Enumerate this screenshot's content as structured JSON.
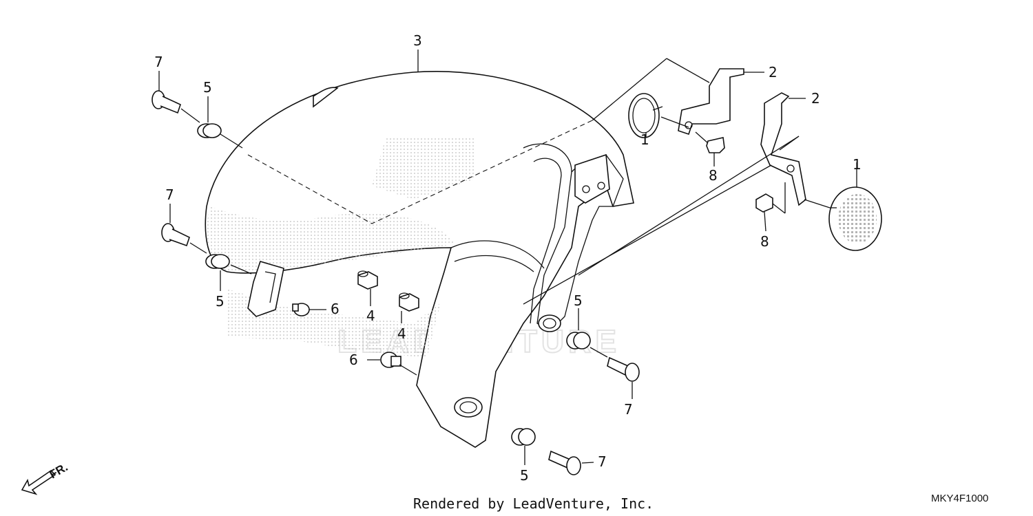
{
  "callouts": [
    {
      "id": "c3a",
      "label": "3"
    },
    {
      "id": "c2a",
      "label": "2"
    },
    {
      "id": "c2b",
      "label": "2"
    },
    {
      "id": "c7a",
      "label": "7"
    },
    {
      "id": "c5a",
      "label": "5"
    },
    {
      "id": "c1a",
      "label": "1"
    },
    {
      "id": "c8a",
      "label": "8"
    },
    {
      "id": "c7b",
      "label": "7"
    },
    {
      "id": "c1b",
      "label": "1"
    },
    {
      "id": "c8b",
      "label": "8"
    },
    {
      "id": "c5b",
      "label": "5"
    },
    {
      "id": "c6a",
      "label": "6"
    },
    {
      "id": "c4a",
      "label": "4"
    },
    {
      "id": "c4b",
      "label": "4"
    },
    {
      "id": "c5c",
      "label": "5"
    },
    {
      "id": "c6b",
      "label": "6"
    },
    {
      "id": "c7c",
      "label": "7"
    },
    {
      "id": "c5d",
      "label": "5"
    },
    {
      "id": "c7d",
      "label": "7"
    }
  ],
  "footer": {
    "credit": "Rendered by LeadVenture, Inc.",
    "diagram_code": "MKY4F1000",
    "watermark": "LEADVENTURE",
    "direction_label": "FR."
  },
  "colors": {
    "ink": "#111111",
    "stipple": "#cfcfcf",
    "watermark": "#e3e3e3"
  }
}
